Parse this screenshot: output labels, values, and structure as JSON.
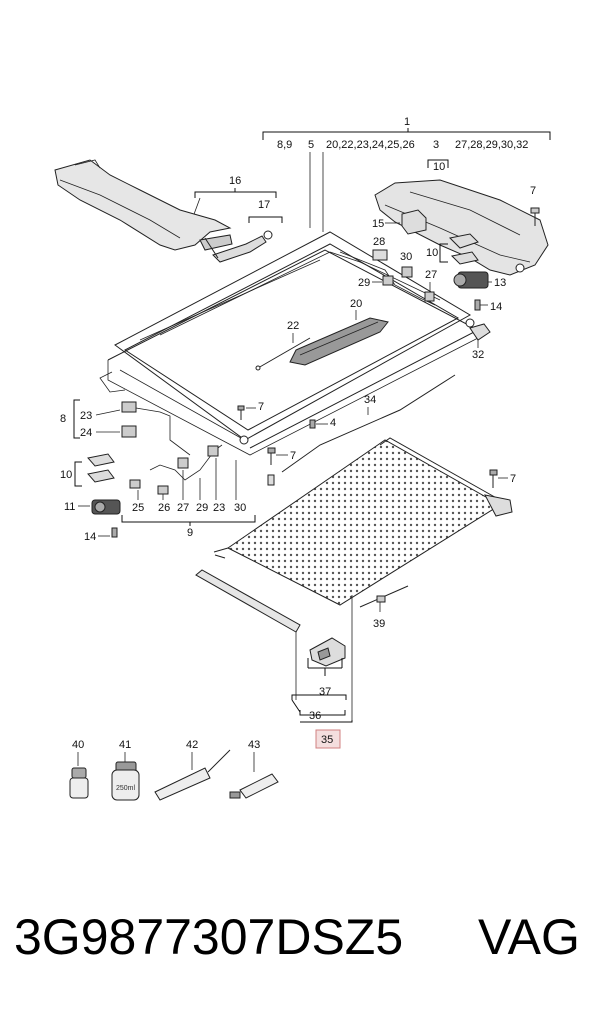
{
  "callouts": {
    "c1": "1",
    "c89": "8,9",
    "c5": "5",
    "c20group": "20,22,23,24,25,26",
    "c3": "3",
    "c27group": "27,28,29,30,32",
    "c10top": "10",
    "c16": "16",
    "c17": "17",
    "c7a": "7",
    "c15": "15",
    "c28": "28",
    "c30a": "30",
    "c10r": "10",
    "c29a": "29",
    "c27a": "27",
    "c13": "13",
    "c14a": "14",
    "c20": "20",
    "c22": "22",
    "c32": "32",
    "c8": "8",
    "c23a": "23",
    "c24": "24",
    "c7b": "7",
    "c4": "4",
    "c34": "34",
    "c7c": "7",
    "c10l": "10",
    "c11": "11",
    "c25": "25",
    "c26": "26",
    "c27b": "27",
    "c29b": "29",
    "c23b": "23",
    "c30b": "30",
    "c7d": "7",
    "c9": "9",
    "c14b": "14",
    "c39": "39",
    "c37": "37",
    "c36": "36",
    "c35": "35",
    "c40": "40",
    "c41": "41",
    "c42": "42",
    "c43": "43",
    "bottle_text": "250ml"
  },
  "footer": {
    "part_number": "3G9877307DSZ5",
    "brand": "VAG"
  },
  "colors": {
    "highlight_fill": "#f4dede",
    "highlight_stroke": "#d08080",
    "ink": "#111111"
  }
}
